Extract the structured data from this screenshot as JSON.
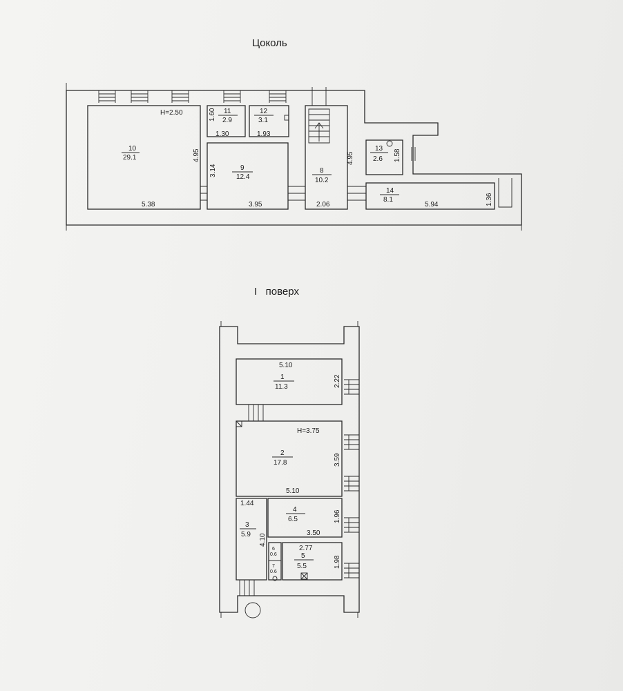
{
  "basement": {
    "title": "Цоколь",
    "height_label": "H=2.50",
    "rooms": [
      {
        "num": "10",
        "area": "29.1"
      },
      {
        "num": "11",
        "area": "2.9"
      },
      {
        "num": "12",
        "area": "3.1"
      },
      {
        "num": "9",
        "area": "12.4"
      },
      {
        "num": "8",
        "area": "10.2"
      },
      {
        "num": "13",
        "area": "2.6"
      },
      {
        "num": "14",
        "area": "8.1"
      }
    ],
    "dims": [
      "5.38",
      "4.95",
      "1.60",
      "1.30",
      "1.93",
      "3.14",
      "3.95",
      "2.06",
      "4.95",
      "1.58",
      "1.36",
      "5.94"
    ]
  },
  "first_floor": {
    "title": "I   поверх",
    "height_label": "H=3.75",
    "rooms": [
      {
        "num": "1",
        "area": "11.3"
      },
      {
        "num": "2",
        "area": "17.8"
      },
      {
        "num": "3",
        "area": "5.9"
      },
      {
        "num": "4",
        "area": "6.5"
      },
      {
        "num": "5",
        "area": "5.5"
      },
      {
        "num": "6",
        "area": "0.6"
      },
      {
        "num": "7",
        "area": "0.6"
      }
    ],
    "dims": [
      "5.10",
      "2.22",
      "3.59",
      "5.10",
      "1.44",
      "1.96",
      "3.50",
      "4.10",
      "2.77",
      "1.98"
    ]
  }
}
